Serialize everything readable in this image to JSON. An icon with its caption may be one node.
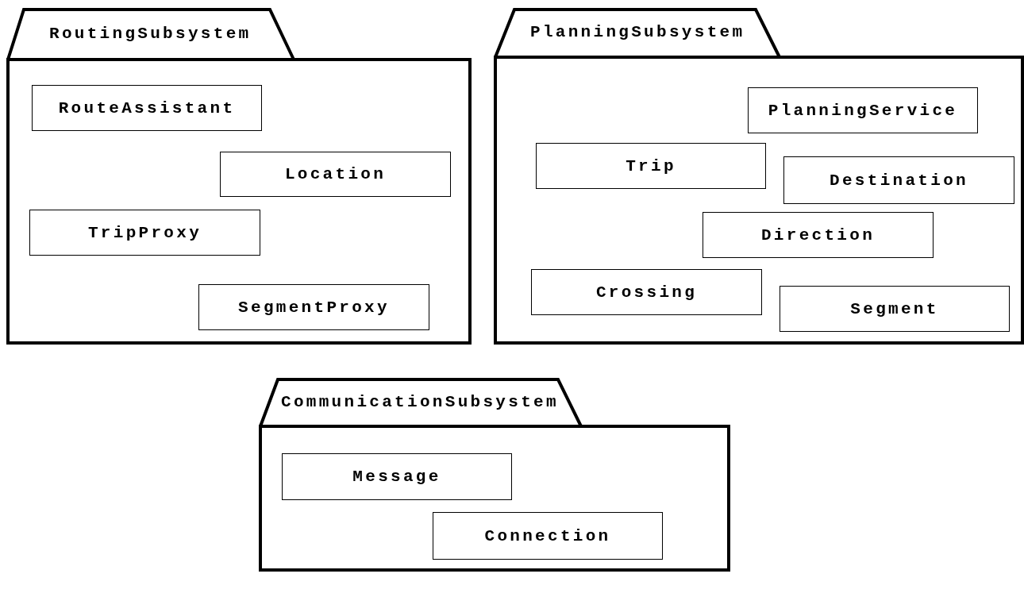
{
  "diagram": {
    "nodes": [
      {
        "text": [
          "RoutingSubsystem"
        ]
      },
      {
        "text": [
          "RouteAssistant"
        ],
        "in": 0
      },
      {
        "text": [
          "Location"
        ],
        "in": 0
      },
      {
        "text": [
          "TripProxy"
        ],
        "in": 0
      },
      {
        "text": [
          "SegmentProxy"
        ],
        "in": 0
      },
      {
        "text": [
          "PlanningSubsystem"
        ]
      },
      {
        "text": [
          "PlanningService"
        ],
        "in": 5
      },
      {
        "text": [
          "Trip"
        ],
        "in": 5
      },
      {
        "text": [
          "Destination"
        ],
        "in": 5
      },
      {
        "text": [
          "Direction"
        ],
        "in": 5
      },
      {
        "text": [
          "Crossing"
        ],
        "in": 5
      },
      {
        "text": [
          "Segment"
        ],
        "in": 5
      },
      {
        "text": [
          "CommunicationSubsystem"
        ]
      },
      {
        "text": [
          "Message"
        ],
        "in": 12
      },
      {
        "text": [
          "Connection"
        ],
        "in": 12
      }
    ]
  }
}
